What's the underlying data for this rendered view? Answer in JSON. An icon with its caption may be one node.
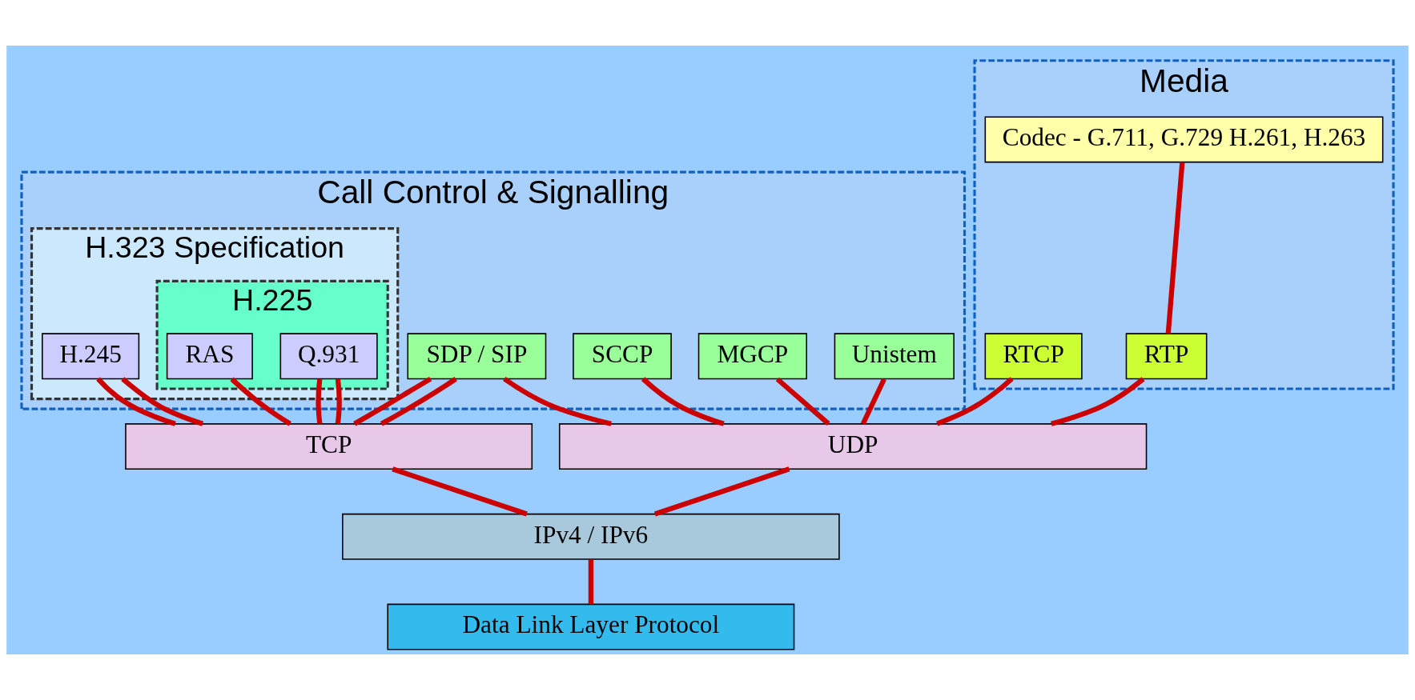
{
  "diagram": {
    "nodes": [
      {
        "text": [
          "Call Control & Signalling"
        ]
      },
      {
        "text": [
          "H.323 Specification"
        ],
        "in": 0
      },
      {
        "text": [
          "H.245"
        ],
        "in": 1
      },
      {
        "text": [
          "H.225"
        ],
        "in": 1
      },
      {
        "text": [
          "Q.931"
        ],
        "in": 3
      },
      {
        "text": [
          "RAS"
        ],
        "in": 3
      },
      {
        "text": [
          "SDP / SIP"
        ],
        "in": 0
      },
      {
        "text": [
          "SCCP"
        ],
        "in": 0
      },
      {
        "text": [
          "Unistem"
        ],
        "in": 0
      },
      {
        "text": [
          "MGCP"
        ],
        "in": 0
      },
      {
        "text": [
          "Media"
        ]
      },
      {
        "text": [
          "Codec - G.711, G.729 H.261, H.263"
        ],
        "in": 10
      },
      {
        "text": [
          "RTCP"
        ],
        "in": 10
      },
      {
        "text": [
          "RTP"
        ],
        "in": 10
      },
      {
        "text": [
          "TCP"
        ]
      },
      {
        "text": [
          "UDP"
        ]
      },
      {
        "text": [
          "IPv4 / IPv6"
        ]
      },
      {
        "text": [
          "Data Link Layer Protocol"
        ]
      }
    ],
    "edges": [
      {
        "from": 2,
        "to": 14,
        "arrow": "none"
      },
      {
        "from": 2,
        "to": 14,
        "arrow": "none"
      },
      {
        "from": 4,
        "to": 14,
        "arrow": "none"
      },
      {
        "from": 4,
        "to": 14,
        "arrow": "none"
      },
      {
        "from": 6,
        "to": 14,
        "arrow": "none"
      },
      {
        "from": 6,
        "to": 14,
        "arrow": "none"
      },
      {
        "from": 5,
        "to": 14,
        "arrow": "none"
      },
      {
        "from": 6,
        "to": 15,
        "arrow": "none"
      },
      {
        "from": 7,
        "to": 15,
        "arrow": "none"
      },
      {
        "from": 8,
        "to": 15,
        "arrow": "none"
      },
      {
        "from": 9,
        "to": 15,
        "arrow": "none"
      },
      {
        "from": 12,
        "to": 15,
        "arrow": "none"
      },
      {
        "from": 11,
        "to": 13,
        "arrow": "none"
      },
      {
        "from": 13,
        "to": 15,
        "arrow": "none"
      },
      {
        "from": 14,
        "to": 16,
        "arrow": "none"
      },
      {
        "from": 15,
        "to": 16,
        "arrow": "none"
      },
      {
        "from": 16,
        "to": 17,
        "arrow": "none"
      }
    ]
  }
}
